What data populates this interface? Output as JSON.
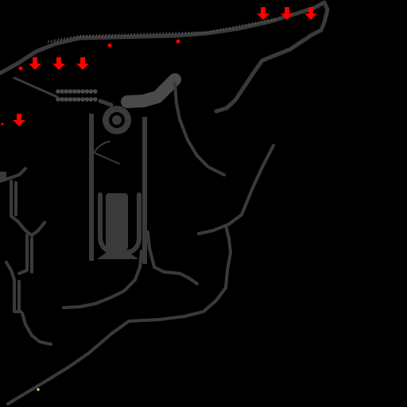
{
  "map": {
    "background": "#000000",
    "road_color": "#3a3a3a",
    "road_dark_color": "#2a2a2a",
    "marker_color": "#ff0000",
    "player_dot_color": "#ccff66",
    "markers": {
      "down_arrows": [
        {
          "id": "arrow-top-1",
          "icon": "down-arrow-icon"
        },
        {
          "id": "arrow-top-2",
          "icon": "down-arrow-icon"
        },
        {
          "id": "arrow-top-3",
          "icon": "down-arrow-icon"
        },
        {
          "id": "arrow-mid-1",
          "icon": "down-arrow-icon"
        },
        {
          "id": "arrow-mid-2",
          "icon": "down-arrow-icon"
        },
        {
          "id": "arrow-mid-3",
          "icon": "down-arrow-icon"
        },
        {
          "id": "arrow-left-1",
          "icon": "down-arrow-icon"
        }
      ],
      "red_dots": 4,
      "player_dot": 1
    }
  }
}
